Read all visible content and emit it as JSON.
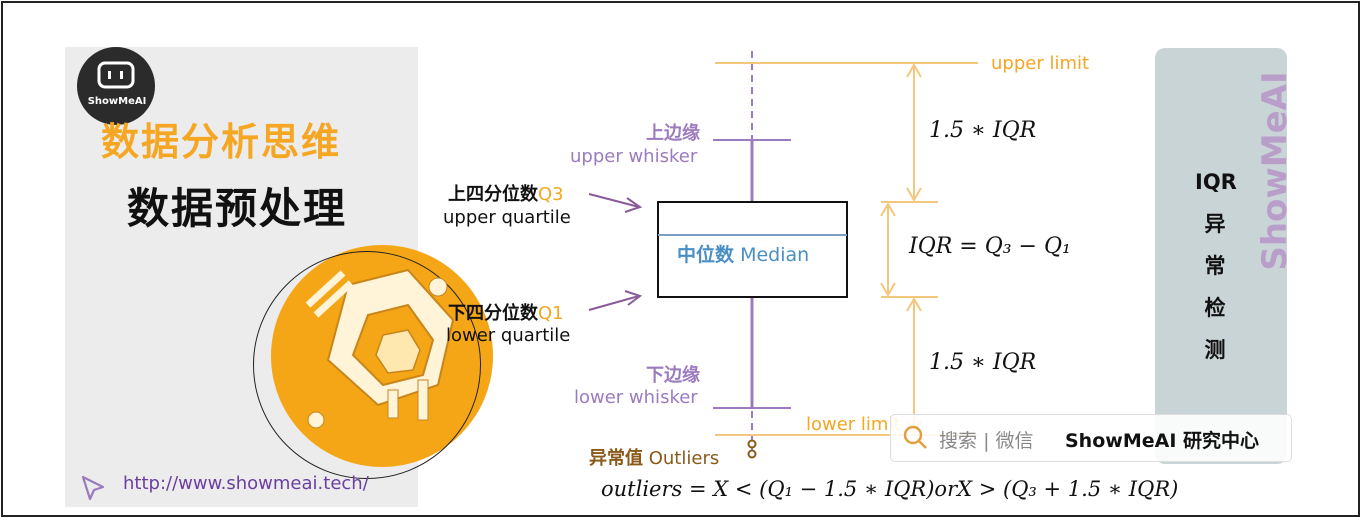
{
  "brand": {
    "logo_text": "ShowMeAI",
    "watermark": "ShowMeAI"
  },
  "left": {
    "title_main": "数据分析思维",
    "title_sub": "数据预处理",
    "url": "http://www.showmeai.tech/"
  },
  "diagram": {
    "upper_limit": "upper limit",
    "upper_whisker_cn": "上边缘",
    "upper_whisker_en": "upper whisker",
    "q3_cn": "上四分位数",
    "q3_tag": "Q3",
    "q3_en": "upper quartile",
    "median_cn": "中位数",
    "median_en": "Median",
    "q1_cn": "下四分位数",
    "q1_tag": "Q1",
    "q1_en": "lower quartile",
    "lower_whisker_cn": "下边缘",
    "lower_whisker_en": "lower whisker",
    "lower_limit": "lower limit",
    "outliers_cn": "异常值",
    "outliers_en": "Outliers",
    "upper_span": "1.5 ∗ IQR",
    "iqr_formula": "IQR = Q₃ − Q₁",
    "lower_span": "1.5 ∗ IQR",
    "outlier_formula": "outliers = X < (Q₁ − 1.5 ∗ IQR)orX > (Q₃ + 1.5 ∗ IQR)"
  },
  "side": {
    "vertical_title": "IQR 异 常 检 测"
  },
  "wechat": {
    "search_label": "搜索",
    "separator": "|",
    "platform": "微信",
    "account": "ShowMeAI 研究中心"
  },
  "colors": {
    "orange": "#f5a623",
    "purple": "#9b7bbf",
    "blue": "#4a8fc4",
    "brown": "#8a5a1a",
    "limit_line": "#f4c77e"
  }
}
